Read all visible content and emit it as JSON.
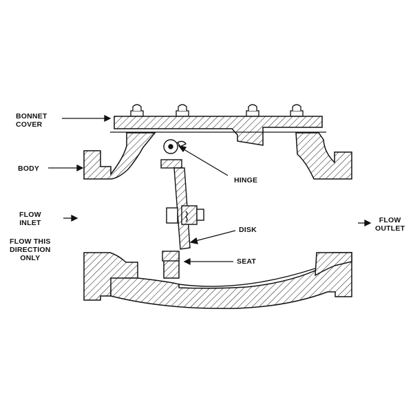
{
  "labels": {
    "bonnet_cover": [
      "BONNET",
      "COVER"
    ],
    "body": "BODY",
    "hinge": "HINGE",
    "flow_inlet": [
      "FLOW",
      "INLET"
    ],
    "flow_note": [
      "FLOW THIS",
      "DIRECTION",
      "ONLY"
    ],
    "disk": "DISK",
    "seat": "SEAT",
    "flow_outlet": [
      "FLOW",
      "OUTLET"
    ]
  },
  "colors": {
    "line": "#111111",
    "hatch": "#222222",
    "background": "#ffffff"
  }
}
